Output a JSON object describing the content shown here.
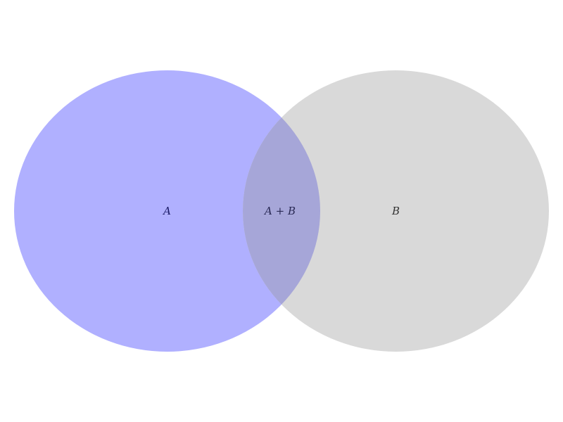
{
  "diagram": {
    "type": "venn",
    "sets": [
      {
        "label": "A",
        "fill": "#b0b0ff",
        "label_color": "#1a1a66"
      },
      {
        "label": "B",
        "fill": "#d9d9d9",
        "label_color": "#333333"
      }
    ],
    "intersection": {
      "label": "A + B",
      "fill": "#a6a6d8",
      "label_color": "#2a2a55"
    }
  }
}
